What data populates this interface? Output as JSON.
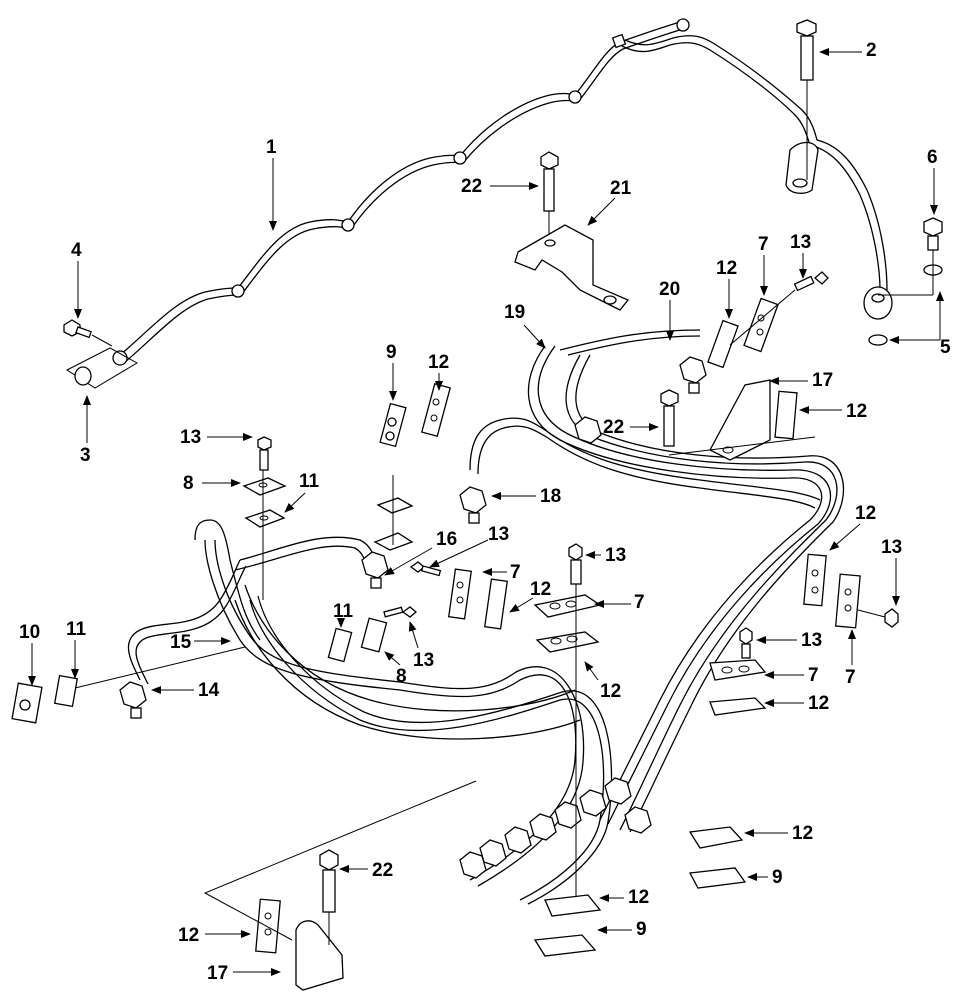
{
  "diagram": {
    "title": "Fuel injection lines exploded parts view",
    "callouts": [
      {
        "id": "c1",
        "label": "1"
      },
      {
        "id": "c2",
        "label": "2"
      },
      {
        "id": "c3",
        "label": "3"
      },
      {
        "id": "c4",
        "label": "4"
      },
      {
        "id": "c5",
        "label": "5"
      },
      {
        "id": "c6",
        "label": "6"
      },
      {
        "id": "c7a",
        "label": "7"
      },
      {
        "id": "c7b",
        "label": "7"
      },
      {
        "id": "c7c",
        "label": "7"
      },
      {
        "id": "c7d",
        "label": "7"
      },
      {
        "id": "c7e",
        "label": "7"
      },
      {
        "id": "c8a",
        "label": "8"
      },
      {
        "id": "c8b",
        "label": "8"
      },
      {
        "id": "c9a",
        "label": "9"
      },
      {
        "id": "c9b",
        "label": "9"
      },
      {
        "id": "c9c",
        "label": "9"
      },
      {
        "id": "c10",
        "label": "10"
      },
      {
        "id": "c11a",
        "label": "11"
      },
      {
        "id": "c11b",
        "label": "11"
      },
      {
        "id": "c11c",
        "label": "11"
      },
      {
        "id": "c12a",
        "label": "12"
      },
      {
        "id": "c12b",
        "label": "12"
      },
      {
        "id": "c12c",
        "label": "12"
      },
      {
        "id": "c12d",
        "label": "12"
      },
      {
        "id": "c12e",
        "label": "12"
      },
      {
        "id": "c12f",
        "label": "12"
      },
      {
        "id": "c12g",
        "label": "12"
      },
      {
        "id": "c12h",
        "label": "12"
      },
      {
        "id": "c12i",
        "label": "12"
      },
      {
        "id": "c12j",
        "label": "12"
      },
      {
        "id": "c13a",
        "label": "13"
      },
      {
        "id": "c13b",
        "label": "13"
      },
      {
        "id": "c13c",
        "label": "13"
      },
      {
        "id": "c13d",
        "label": "13"
      },
      {
        "id": "c13e",
        "label": "13"
      },
      {
        "id": "c13f",
        "label": "13"
      },
      {
        "id": "c13g",
        "label": "13"
      },
      {
        "id": "c14",
        "label": "14"
      },
      {
        "id": "c15",
        "label": "15"
      },
      {
        "id": "c16",
        "label": "16"
      },
      {
        "id": "c17a",
        "label": "17"
      },
      {
        "id": "c17b",
        "label": "17"
      },
      {
        "id": "c18",
        "label": "18"
      },
      {
        "id": "c19",
        "label": "19"
      },
      {
        "id": "c20",
        "label": "20"
      },
      {
        "id": "c21",
        "label": "21"
      },
      {
        "id": "c22a",
        "label": "22"
      },
      {
        "id": "c22b",
        "label": "22"
      },
      {
        "id": "c22c",
        "label": "22"
      }
    ]
  }
}
